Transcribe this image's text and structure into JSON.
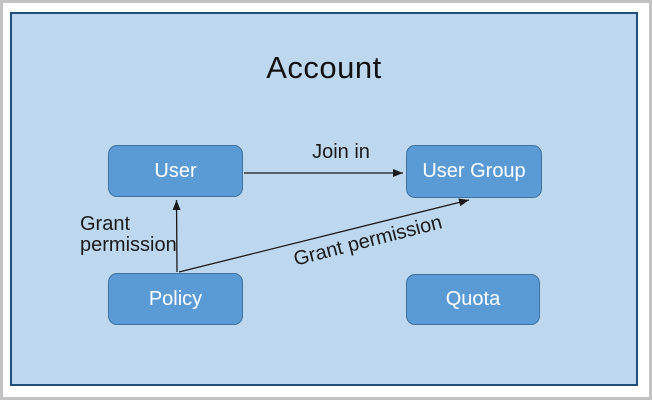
{
  "diagram": {
    "title": "Account",
    "nodes": [
      {
        "id": "user",
        "label": "User"
      },
      {
        "id": "user-group",
        "label": "User Group"
      },
      {
        "id": "policy",
        "label": "Policy"
      },
      {
        "id": "quota",
        "label": "Quota"
      }
    ],
    "edges": [
      {
        "from": "User",
        "to": "User Group",
        "label": "Join in"
      },
      {
        "from": "Policy",
        "to": "User",
        "label": "Grant permission"
      },
      {
        "from": "Policy",
        "to": "User Group",
        "label": "Grant permission"
      }
    ],
    "colors": {
      "container_fill": "#bdd7ee",
      "container_border": "#1f4e79",
      "node_fill": "#5b9bd5",
      "node_border": "#41719c",
      "node_text": "#ffffff",
      "arrow": "#1a1a1a",
      "label_text": "#1a1a1a",
      "frame_border": "#c2c2c2"
    }
  }
}
